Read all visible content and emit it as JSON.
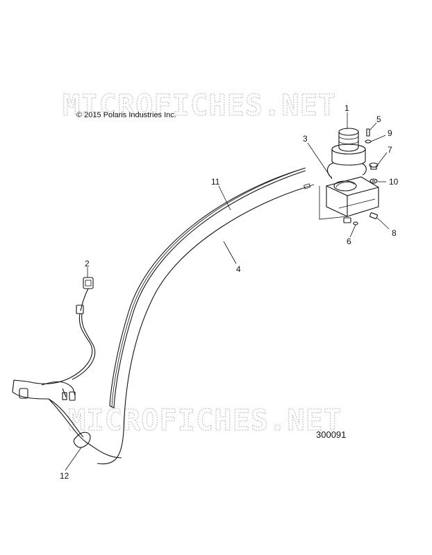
{
  "watermarks": [
    "MICROFICHES.NET",
    "MICROFICHES.NET"
  ],
  "copyright": "© 2015 Polaris Industries Inc.",
  "diagram_id": "300091",
  "callouts": [
    "1",
    "2",
    "3",
    "4",
    "5",
    "6",
    "7",
    "8",
    "9",
    "10",
    "11",
    "12"
  ],
  "colors": {
    "line": "#111111",
    "watermark": "#c8c8c8",
    "background": "#ffffff"
  }
}
